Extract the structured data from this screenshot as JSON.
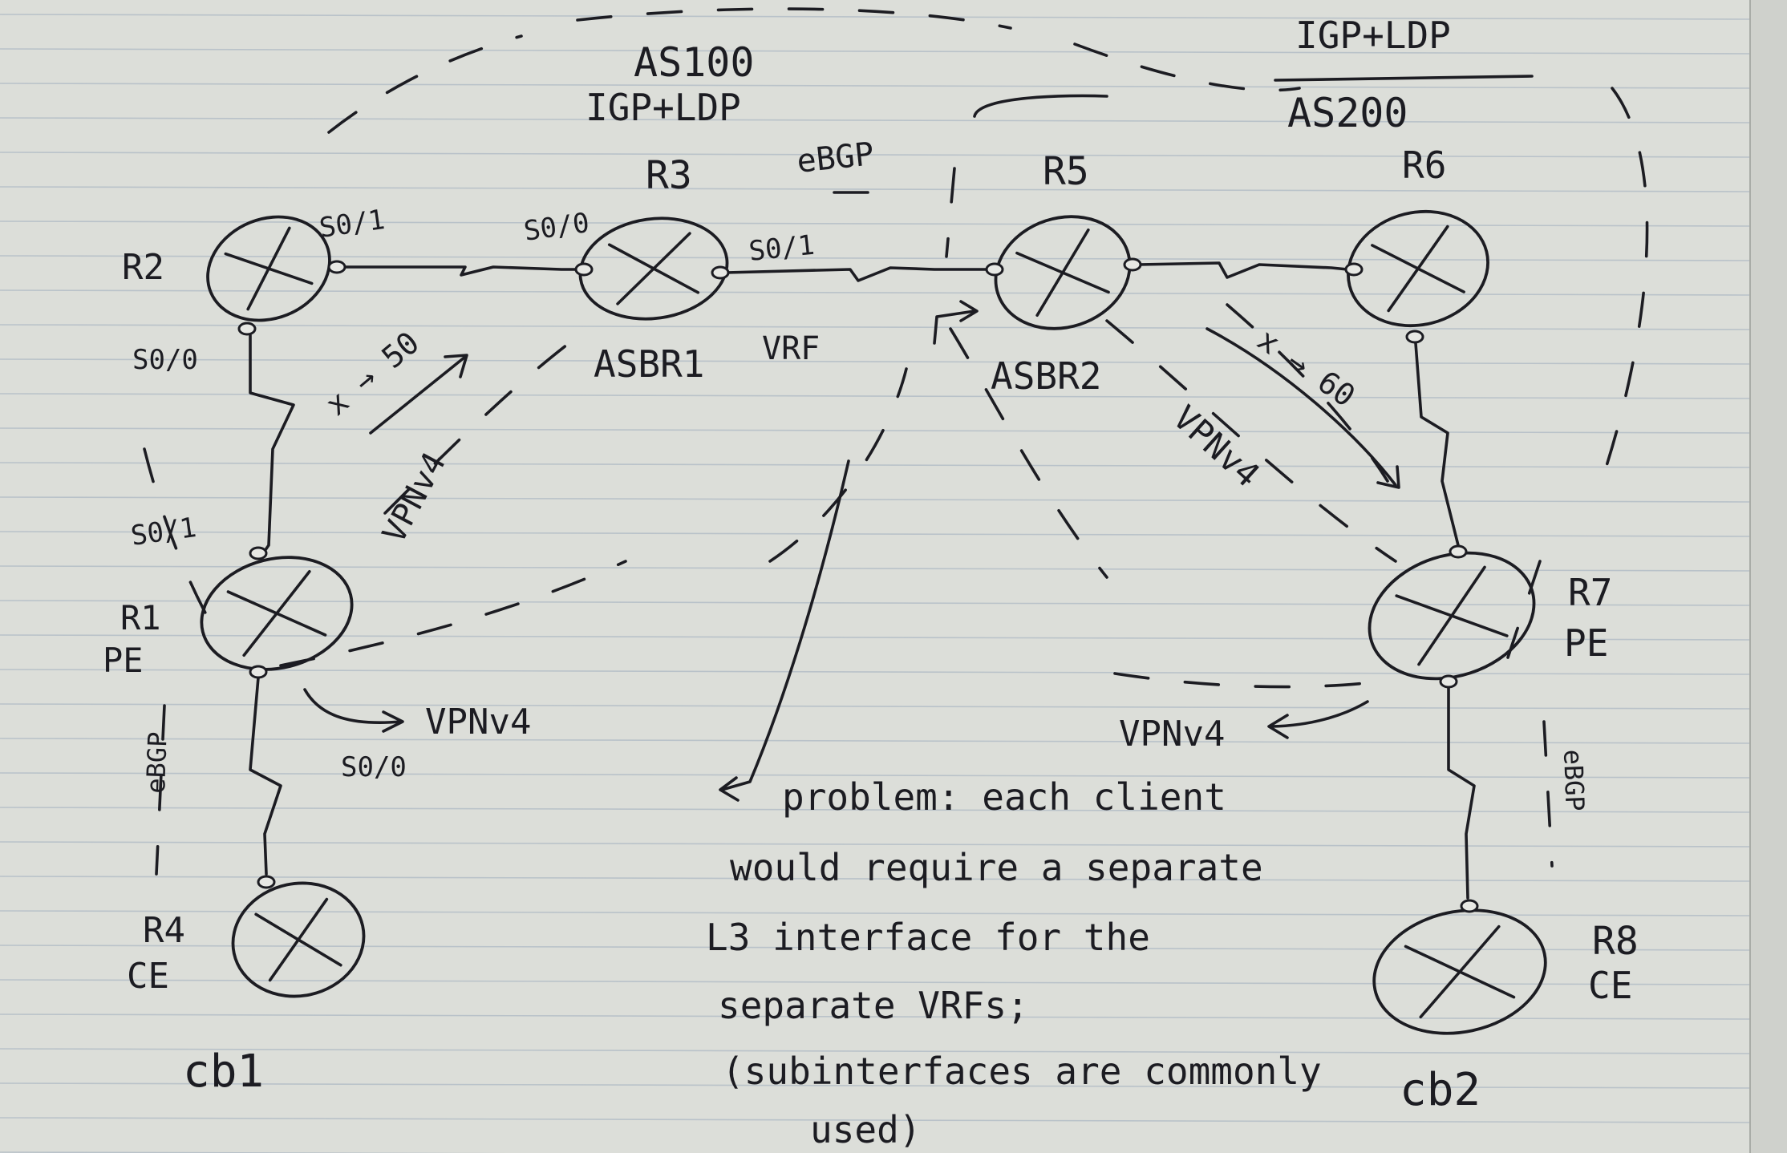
{
  "autonomous_systems": [
    {
      "name": "AS100",
      "protocols": "IGP+LDP"
    },
    {
      "name": "AS200",
      "protocols": "IGP+LDP"
    }
  ],
  "routers": [
    {
      "id": "R2",
      "label": "R2",
      "role": ""
    },
    {
      "id": "R3",
      "label": "R3",
      "role": "ASBR1"
    },
    {
      "id": "R5",
      "label": "R5",
      "role": "ASBR2"
    },
    {
      "id": "R6",
      "label": "R6",
      "role": ""
    },
    {
      "id": "R1",
      "label": "R1",
      "role": "PE"
    },
    {
      "id": "R7",
      "label": "R7",
      "role": "PE"
    },
    {
      "id": "R4",
      "label": "R4",
      "role": "CE"
    },
    {
      "id": "R8",
      "label": "R8",
      "role": "CE"
    }
  ],
  "interfaces": {
    "r2_s01": "S0/1",
    "r3_s00": "S0/0",
    "r3_s01": "S0/1",
    "r2_s00": "S0/0",
    "r1_s01": "S0/1",
    "r1_s00": "S0/0"
  },
  "link_labels": {
    "ebgp_top": "eBGP",
    "vrf": "VRF",
    "vpnv4_left": "VPNv4",
    "vpnv4_r1": "VPNv4",
    "vpnv4_right": "VPNv4",
    "vpnv4_r7": "VPNv4",
    "x_to_50": "x → 50",
    "x_to_60": "x → 60",
    "ebgp_left": "eBGP",
    "ebgp_right": "eBGP"
  },
  "customers": [
    "cb1",
    "cb2"
  ],
  "note": {
    "arrow_prefix": "→",
    "lines": [
      "problem: each client",
      "would require a separate",
      "L3 interface for the",
      "separate VRFs;",
      "(subinterfaces are commonly",
      "used)"
    ]
  }
}
